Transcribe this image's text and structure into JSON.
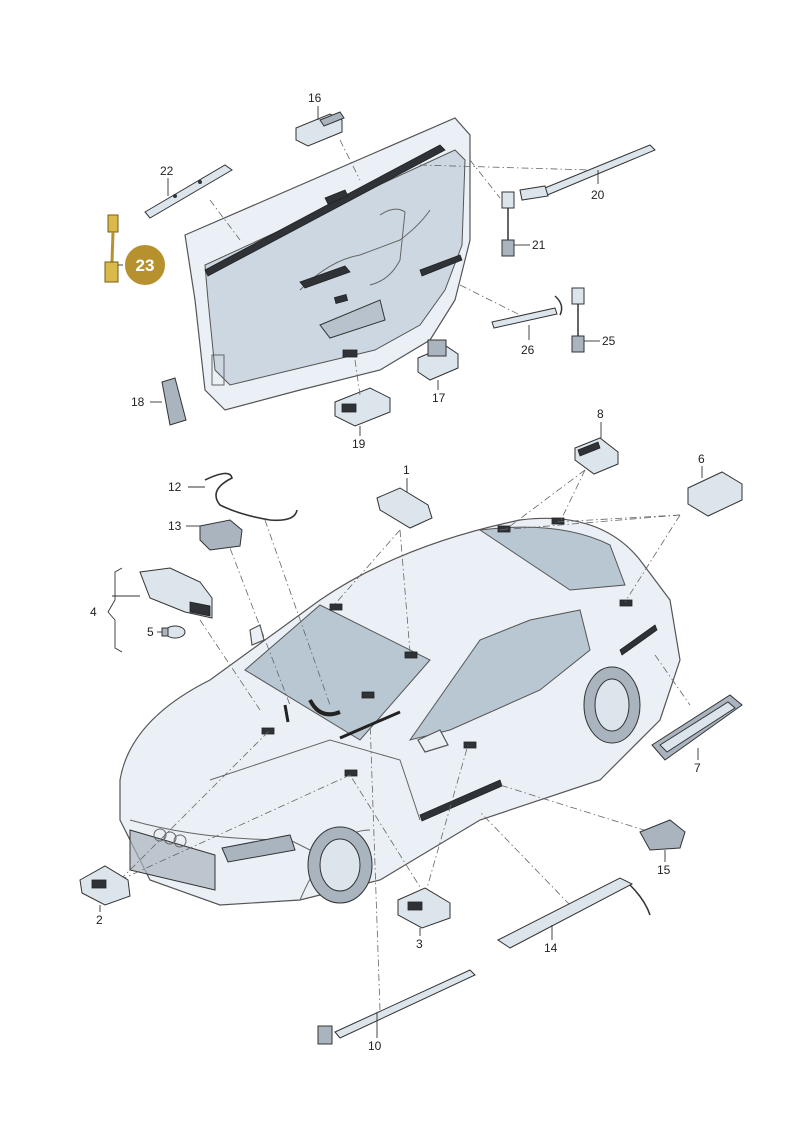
{
  "callouts": [
    {
      "id": "1",
      "label": "1"
    },
    {
      "id": "2",
      "label": "2"
    },
    {
      "id": "3",
      "label": "3"
    },
    {
      "id": "4",
      "label": "4"
    },
    {
      "id": "5",
      "label": "5"
    },
    {
      "id": "6",
      "label": "6"
    },
    {
      "id": "7",
      "label": "7"
    },
    {
      "id": "8",
      "label": "8"
    },
    {
      "id": "10",
      "label": "10"
    },
    {
      "id": "12",
      "label": "12"
    },
    {
      "id": "13",
      "label": "13"
    },
    {
      "id": "14",
      "label": "14"
    },
    {
      "id": "15",
      "label": "15"
    },
    {
      "id": "16",
      "label": "16"
    },
    {
      "id": "17",
      "label": "17"
    },
    {
      "id": "18",
      "label": "18"
    },
    {
      "id": "19",
      "label": "19"
    },
    {
      "id": "20",
      "label": "20"
    },
    {
      "id": "21",
      "label": "21"
    },
    {
      "id": "22",
      "label": "22"
    },
    {
      "id": "25",
      "label": "25"
    },
    {
      "id": "26",
      "label": "26"
    }
  ],
  "highlight": {
    "label": "23",
    "color": "#b8912f"
  }
}
